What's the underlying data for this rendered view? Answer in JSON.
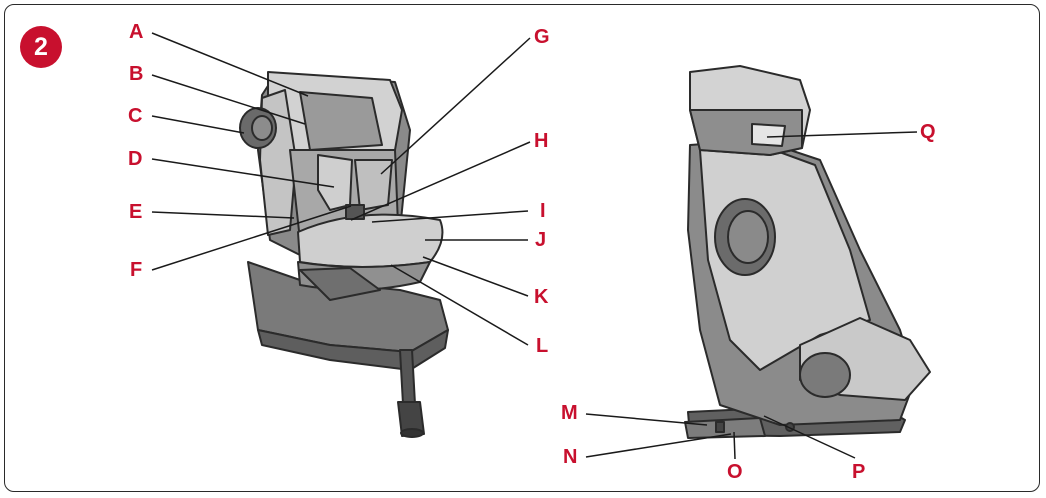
{
  "figure": {
    "step_number": "2",
    "accent_color": "#c8102e",
    "callouts": [
      {
        "id": "A",
        "letter": "A"
      },
      {
        "id": "B",
        "letter": "B"
      },
      {
        "id": "C",
        "letter": "C"
      },
      {
        "id": "D",
        "letter": "D"
      },
      {
        "id": "E",
        "letter": "E"
      },
      {
        "id": "F",
        "letter": "F"
      },
      {
        "id": "G",
        "letter": "G"
      },
      {
        "id": "H",
        "letter": "H"
      },
      {
        "id": "I",
        "letter": "I"
      },
      {
        "id": "J",
        "letter": "J"
      },
      {
        "id": "K",
        "letter": "K"
      },
      {
        "id": "L",
        "letter": "L"
      },
      {
        "id": "M",
        "letter": "M"
      },
      {
        "id": "N",
        "letter": "N"
      },
      {
        "id": "O",
        "letter": "O"
      },
      {
        "id": "P",
        "letter": "P"
      },
      {
        "id": "Q",
        "letter": "Q"
      }
    ]
  }
}
